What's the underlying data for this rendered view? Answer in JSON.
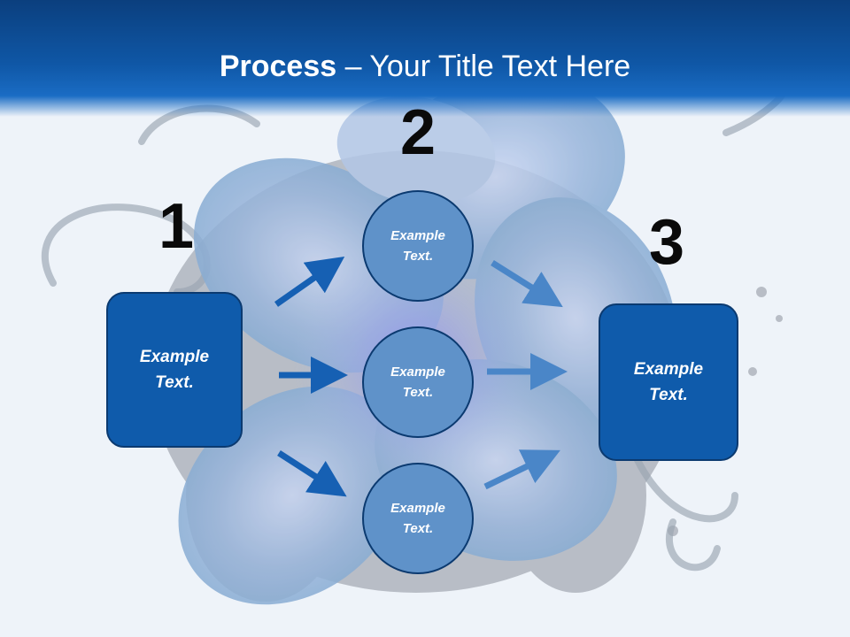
{
  "slide": {
    "title_bold": "Process",
    "title_rest": " – Your Title Text Here",
    "step_numbers": [
      "1",
      "2",
      "3"
    ],
    "left_box": {
      "line1": "Example",
      "line2": "Text."
    },
    "right_box": {
      "line1": "Example",
      "line2": "Text."
    },
    "circles": [
      {
        "line1": "Example",
        "line2": "Text."
      },
      {
        "line1": "Example",
        "line2": "Text."
      },
      {
        "line1": "Example",
        "line2": "Text."
      }
    ]
  },
  "colors": {
    "title_bar": "#0f57a6",
    "box_fill": "#0f5bab",
    "circle_fill": "#5f92c9",
    "arrow_dark": "#1660b3",
    "arrow_light": "#4a86c8"
  }
}
